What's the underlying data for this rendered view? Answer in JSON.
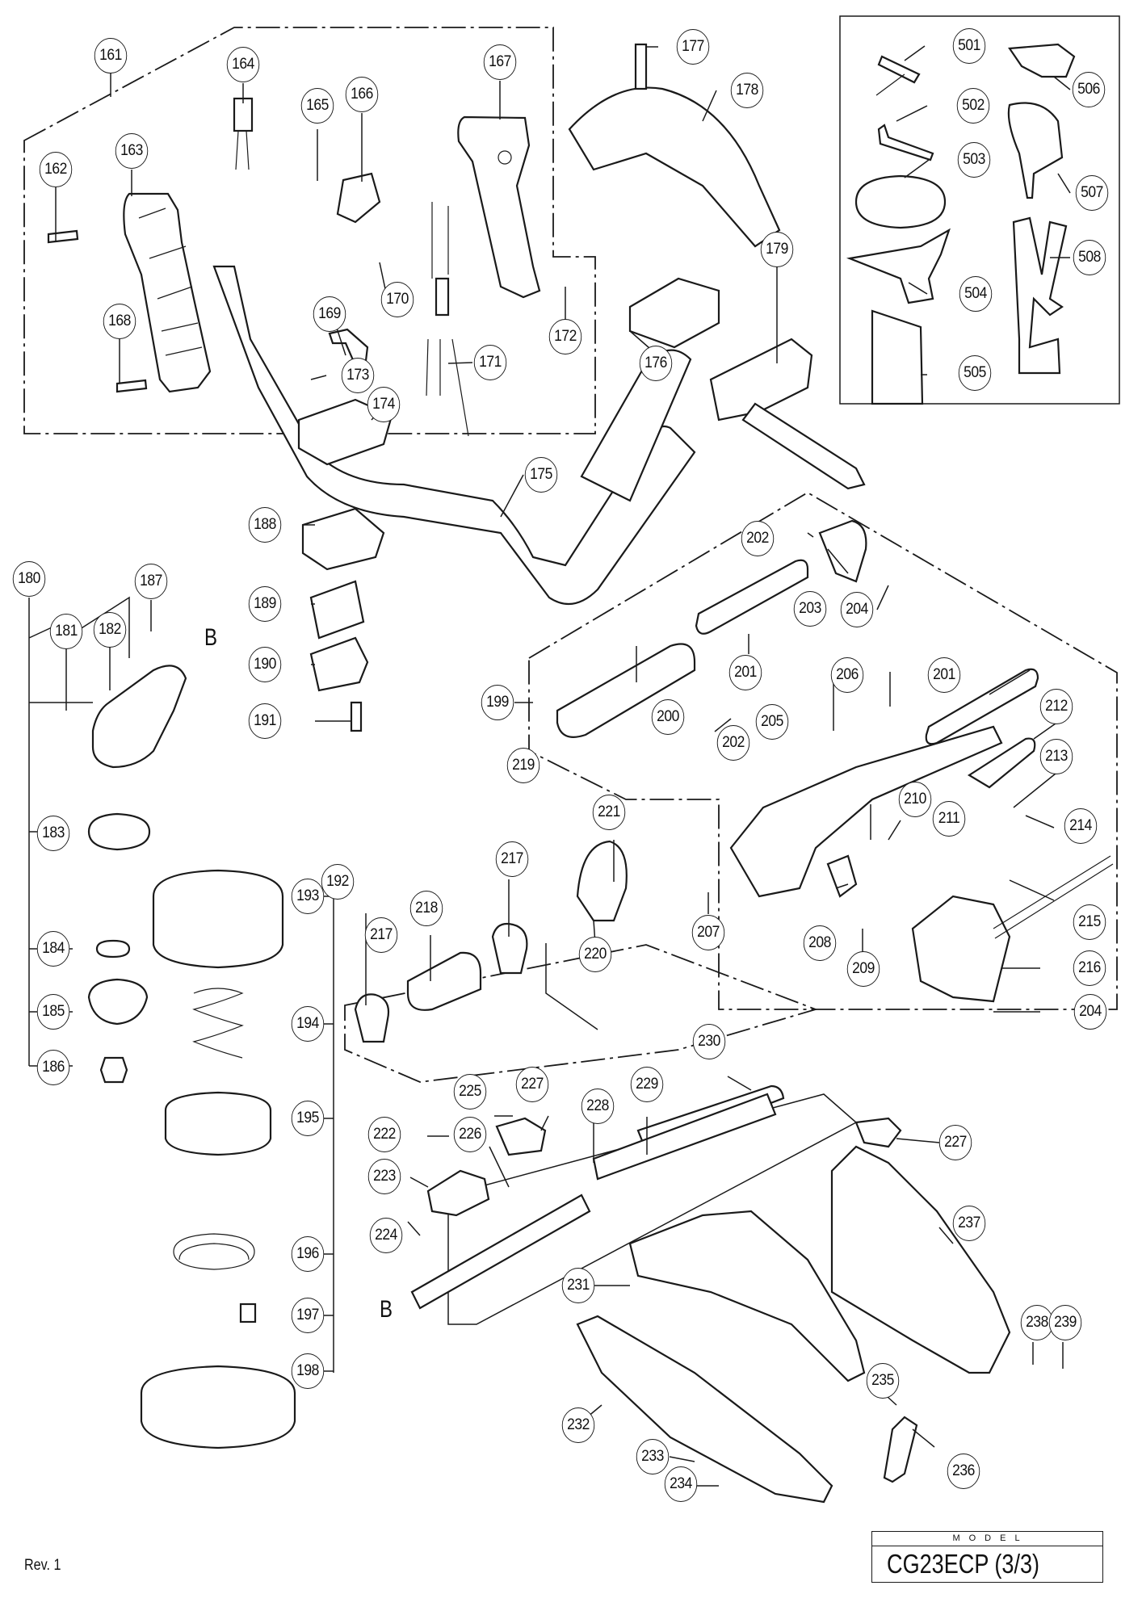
{
  "document": {
    "revision": "Rev. 1",
    "model_label": "MODEL",
    "model_value": "CG23ECP (3/3)"
  },
  "reference_letters": [
    {
      "id": "b-upper",
      "label": "B"
    },
    {
      "id": "b-lower",
      "label": "B"
    }
  ],
  "callouts": [
    {
      "id": "161",
      "label": "161"
    },
    {
      "id": "162",
      "label": "162"
    },
    {
      "id": "163",
      "label": "163"
    },
    {
      "id": "164",
      "label": "164"
    },
    {
      "id": "165",
      "label": "165"
    },
    {
      "id": "166",
      "label": "166"
    },
    {
      "id": "167",
      "label": "167"
    },
    {
      "id": "168",
      "label": "168"
    },
    {
      "id": "169",
      "label": "169"
    },
    {
      "id": "170",
      "label": "170"
    },
    {
      "id": "171",
      "label": "171"
    },
    {
      "id": "172",
      "label": "172"
    },
    {
      "id": "173",
      "label": "173"
    },
    {
      "id": "174",
      "label": "174"
    },
    {
      "id": "175",
      "label": "175"
    },
    {
      "id": "176",
      "label": "176"
    },
    {
      "id": "177",
      "label": "177"
    },
    {
      "id": "178",
      "label": "178"
    },
    {
      "id": "179",
      "label": "179"
    },
    {
      "id": "180",
      "label": "180"
    },
    {
      "id": "181",
      "label": "181"
    },
    {
      "id": "182",
      "label": "182"
    },
    {
      "id": "183",
      "label": "183"
    },
    {
      "id": "184",
      "label": "184"
    },
    {
      "id": "185",
      "label": "185"
    },
    {
      "id": "186",
      "label": "186"
    },
    {
      "id": "187",
      "label": "187"
    },
    {
      "id": "188",
      "label": "188"
    },
    {
      "id": "189",
      "label": "189"
    },
    {
      "id": "190",
      "label": "190"
    },
    {
      "id": "191",
      "label": "191"
    },
    {
      "id": "192",
      "label": "192"
    },
    {
      "id": "193",
      "label": "193"
    },
    {
      "id": "194",
      "label": "194"
    },
    {
      "id": "195",
      "label": "195"
    },
    {
      "id": "196",
      "label": "196"
    },
    {
      "id": "197",
      "label": "197"
    },
    {
      "id": "198",
      "label": "198"
    },
    {
      "id": "199",
      "label": "199"
    },
    {
      "id": "200",
      "label": "200"
    },
    {
      "id": "201a",
      "label": "201"
    },
    {
      "id": "201b",
      "label": "201"
    },
    {
      "id": "202a",
      "label": "202"
    },
    {
      "id": "202b",
      "label": "202"
    },
    {
      "id": "203",
      "label": "203"
    },
    {
      "id": "204a",
      "label": "204"
    },
    {
      "id": "204b",
      "label": "204"
    },
    {
      "id": "205",
      "label": "205"
    },
    {
      "id": "206",
      "label": "206"
    },
    {
      "id": "207",
      "label": "207"
    },
    {
      "id": "208",
      "label": "208"
    },
    {
      "id": "209",
      "label": "209"
    },
    {
      "id": "210",
      "label": "210"
    },
    {
      "id": "211",
      "label": "211"
    },
    {
      "id": "212",
      "label": "212"
    },
    {
      "id": "213",
      "label": "213"
    },
    {
      "id": "214",
      "label": "214"
    },
    {
      "id": "215",
      "label": "215"
    },
    {
      "id": "216",
      "label": "216"
    },
    {
      "id": "217a",
      "label": "217"
    },
    {
      "id": "217b",
      "label": "217"
    },
    {
      "id": "218",
      "label": "218"
    },
    {
      "id": "219",
      "label": "219"
    },
    {
      "id": "220",
      "label": "220"
    },
    {
      "id": "221",
      "label": "221"
    },
    {
      "id": "222",
      "label": "222"
    },
    {
      "id": "223",
      "label": "223"
    },
    {
      "id": "224",
      "label": "224"
    },
    {
      "id": "225",
      "label": "225"
    },
    {
      "id": "226",
      "label": "226"
    },
    {
      "id": "227a",
      "label": "227"
    },
    {
      "id": "227b",
      "label": "227"
    },
    {
      "id": "228",
      "label": "228"
    },
    {
      "id": "229",
      "label": "229"
    },
    {
      "id": "230",
      "label": "230"
    },
    {
      "id": "231",
      "label": "231"
    },
    {
      "id": "232",
      "label": "232"
    },
    {
      "id": "233",
      "label": "233"
    },
    {
      "id": "234",
      "label": "234"
    },
    {
      "id": "235",
      "label": "235"
    },
    {
      "id": "236",
      "label": "236"
    },
    {
      "id": "237",
      "label": "237"
    },
    {
      "id": "238",
      "label": "238"
    },
    {
      "id": "239",
      "label": "239"
    },
    {
      "id": "501",
      "label": "501"
    },
    {
      "id": "502",
      "label": "502"
    },
    {
      "id": "503",
      "label": "503"
    },
    {
      "id": "504",
      "label": "504"
    },
    {
      "id": "505",
      "label": "505"
    },
    {
      "id": "506",
      "label": "506"
    },
    {
      "id": "507",
      "label": "507"
    },
    {
      "id": "508",
      "label": "508"
    }
  ]
}
